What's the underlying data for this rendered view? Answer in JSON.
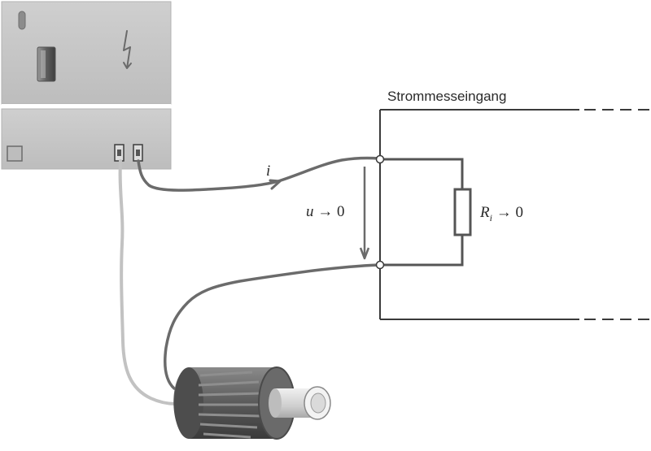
{
  "labels": {
    "input_title": "Strommesseingang",
    "current": "i",
    "voltage_var": "u",
    "voltage_arrow": " → 0",
    "resistor_var": "R",
    "resistor_sub": "i",
    "resistor_arrow": " → 0"
  },
  "icons": {
    "device": "lightning-bolt-icon",
    "sensor": "cylindrical-sensor-icon"
  },
  "colors": {
    "device_body": "#c9c9c9",
    "wire_dark": "#6b6b6b",
    "wire_light": "#c2c2c2",
    "circuit_line": "#3a3a3a",
    "resistor_outline": "#555555",
    "sensor_body": "#616161",
    "sensor_shaft": "#d8d8d8"
  }
}
